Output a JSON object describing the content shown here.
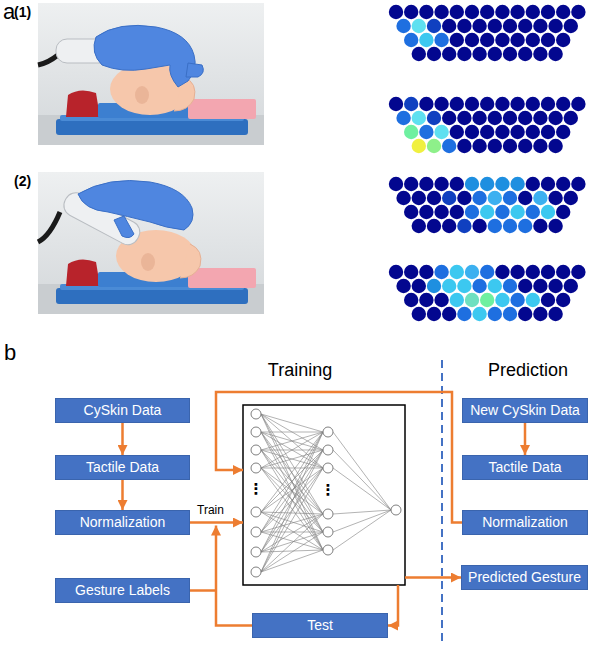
{
  "diagram": {
    "nodes": [
      {
        "text": [
          "CySkin Data"
        ]
      },
      {
        "text": [
          "Tactile Data"
        ]
      },
      {
        "text": [
          "Normalization"
        ]
      },
      {
        "text": [
          "Gesture Labels"
        ]
      },
      {
        "text": [
          "Test"
        ]
      },
      {
        "text": [
          "New CySkin Data"
        ]
      },
      {
        "text": [
          "Tactile Data"
        ]
      },
      {
        "text": [
          "Normalization"
        ]
      },
      {
        "text": [
          "Predicted Gesture"
        ]
      }
    ],
    "edges": [
      {
        "from": 0,
        "to": 1,
        "arrow": "to"
      },
      {
        "from": 1,
        "to": 2,
        "arrow": "to"
      },
      {
        "from": 5,
        "to": 6,
        "arrow": "to"
      }
    ],
    "labels": [
      "a",
      "(1)",
      "(2)",
      "b",
      "Training",
      "Prediction",
      "Train",
      "⋮",
      "⋮"
    ]
  }
}
